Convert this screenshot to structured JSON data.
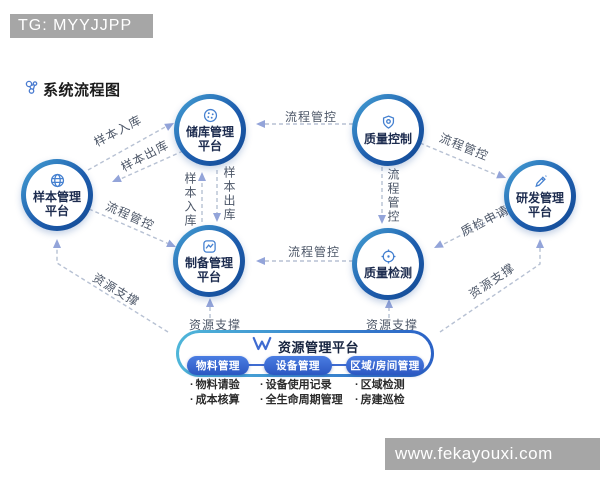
{
  "badge": {
    "text": "TG: MYYJJPP"
  },
  "title": {
    "text": "系统流程图"
  },
  "nodes": [
    {
      "label": "样本管理平台",
      "line1": "样本管理",
      "line2": "平台",
      "icon": "globe-icon"
    },
    {
      "label": "储库管理平台",
      "line1": "储库管理",
      "line2": "平台",
      "icon": "storage-dish-icon"
    },
    {
      "label": "质量控制",
      "line1": "质量控制",
      "line2": "",
      "icon": "shield-icon"
    },
    {
      "label": "研发管理平台",
      "line1": "研发管理",
      "line2": "平台",
      "icon": "pencil-icon"
    },
    {
      "label": "制备管理平台",
      "line1": "制备管理",
      "line2": "平台",
      "icon": "chart-line-icon"
    },
    {
      "label": "质量检测",
      "line1": "质量检测",
      "line2": "",
      "icon": "target-icon"
    }
  ],
  "edges": [
    {
      "from": "样本管理平台",
      "to": "储库管理平台",
      "label": "样本入库"
    },
    {
      "from": "储库管理平台",
      "to": "样本管理平台",
      "label": "样本出库"
    },
    {
      "from": "样本管理平台",
      "to": "制备管理平台",
      "label": "流程管控"
    },
    {
      "from": "质量控制",
      "to": "储库管理平台",
      "label": "流程管控"
    },
    {
      "from": "制备管理平台",
      "to": "储库管理平台",
      "label": "样本入库"
    },
    {
      "from": "储库管理平台",
      "to": "制备管理平台",
      "label": "样本出库"
    },
    {
      "from": "质量控制",
      "to": "质量检测",
      "label": "流程管控"
    },
    {
      "from": "质量控制",
      "to": "研发管理平台",
      "label": "流程管控"
    },
    {
      "from": "研发管理平台",
      "to": "质量检测",
      "label": "质检申请"
    },
    {
      "from": "质量检测",
      "to": "制备管理平台",
      "label": "流程管控"
    },
    {
      "from": "资源管理平台",
      "to": "样本管理平台",
      "label": "资源支撑"
    },
    {
      "from": "资源管理平台",
      "to": "制备管理平台",
      "label": "资源支撑"
    },
    {
      "from": "资源管理平台",
      "to": "质量检测",
      "label": "资源支撑"
    },
    {
      "from": "资源管理平台",
      "to": "研发管理平台",
      "label": "资源支撑"
    }
  ],
  "resource": {
    "title": "资源管理平台",
    "groups": [
      {
        "name": "物料管理",
        "items": [
          "物料请验",
          "成本核算"
        ]
      },
      {
        "name": "设备管理",
        "items": [
          "设备使用记录",
          "全生命周期管理"
        ]
      },
      {
        "name": "区域/房间管理",
        "items": [
          "区域检测",
          "房建巡检"
        ]
      }
    ]
  },
  "watermark": {
    "text": "www.fekayouxi.com"
  },
  "colors": {
    "ring_gradient_start": "#46a2d5",
    "ring_gradient_end": "#134a93",
    "pill_blue": "#3c66cf",
    "dash_gray": "#b7c1d3",
    "arrow_blue": "#93a4d9",
    "node_text": "#1d2c4f",
    "watermark_bg": "#a6a6a6"
  }
}
